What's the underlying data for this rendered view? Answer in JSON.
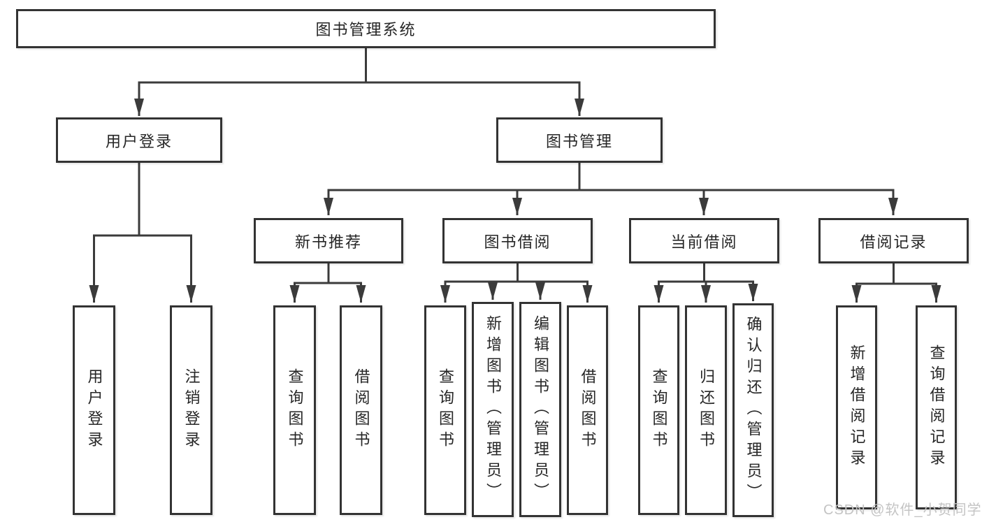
{
  "diagram": {
    "root": {
      "label": "图书管理系统"
    },
    "level2": [
      {
        "label": "用户登录"
      },
      {
        "label": "图书管理"
      }
    ],
    "level3": [
      {
        "label": "新书推荐"
      },
      {
        "label": "图书借阅"
      },
      {
        "label": "当前借阅"
      },
      {
        "label": "借阅记录"
      }
    ],
    "leaves": [
      "用户登录",
      "注销登录",
      "查询图书",
      "借阅图书",
      "查询图书",
      "新增图书（管理员）",
      "编辑图书（管理员）",
      "借阅图书",
      "查询图书",
      "归还图书",
      "确认归还（管理员）",
      "新增借阅记录",
      "查询借阅记录"
    ]
  },
  "watermark": {
    "text": "CSDN @软件_小贺同学"
  },
  "colors": {
    "line": "#3b3b3b",
    "box_border": "#333333",
    "text": "#262626",
    "watermark": "#c4c4c4",
    "background": "#ffffff"
  }
}
